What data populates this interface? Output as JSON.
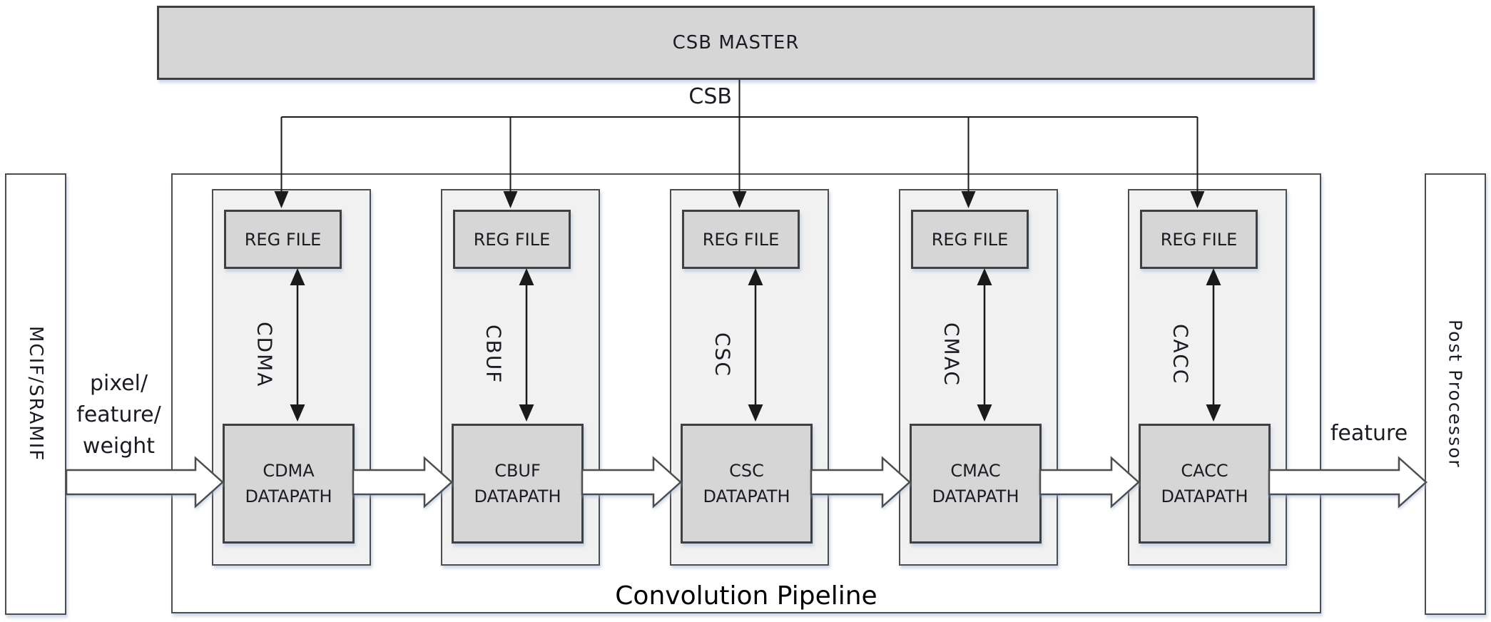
{
  "diagram": {
    "csb_master_label": "CSB MASTER",
    "csb_bus_label": "CSB",
    "pipeline_title": "Convolution Pipeline",
    "left_interface_label": "MCIF/SRAMIF",
    "right_interface_label": "Post Processor",
    "input_flow_label_lines": [
      "pixel/",
      "feature/",
      "weight"
    ],
    "output_flow_label": "feature",
    "stages": [
      {
        "name": "CDMA",
        "reg_file_label": "REG FILE",
        "datapath_label": "CDMA DATAPATH"
      },
      {
        "name": "CBUF",
        "reg_file_label": "REG FILE",
        "datapath_label": "CBUF DATAPATH"
      },
      {
        "name": "CSC",
        "reg_file_label": "REG FILE",
        "datapath_label": "CSC DATAPATH"
      },
      {
        "name": "CMAC",
        "reg_file_label": "REG FILE",
        "datapath_label": "CMAC DATAPATH"
      },
      {
        "name": "CACC",
        "reg_file_label": "REG FILE",
        "datapath_label": "CACC DATAPATH"
      }
    ]
  },
  "colors": {
    "box_fill": "#d6d6d6",
    "stage_fill": "#f1f1f1",
    "box_border": "#404040",
    "outer_border": "#4d4d4d",
    "line_color": "#1a1a1a",
    "arrow_fill": "#ffffff",
    "arrow_border": "#4d4d4d"
  }
}
